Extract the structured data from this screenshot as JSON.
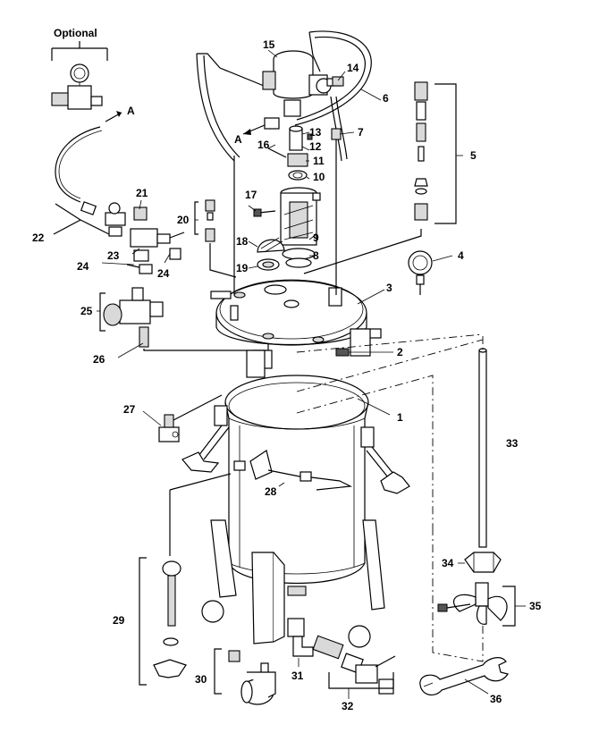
{
  "diagram": {
    "optional_label": "Optional",
    "arrow_label": "A",
    "callouts": [
      "1",
      "2",
      "3",
      "4",
      "5",
      "6",
      "7",
      "8",
      "9",
      "10",
      "11",
      "12",
      "13",
      "14",
      "15",
      "16",
      "17",
      "18",
      "19",
      "20",
      "21",
      "22",
      "23",
      "24",
      "25",
      "26",
      "27",
      "28",
      "29",
      "30",
      "31",
      "32",
      "33",
      "34",
      "35",
      "36"
    ],
    "extra_labels": {
      "c24b": "24"
    }
  }
}
